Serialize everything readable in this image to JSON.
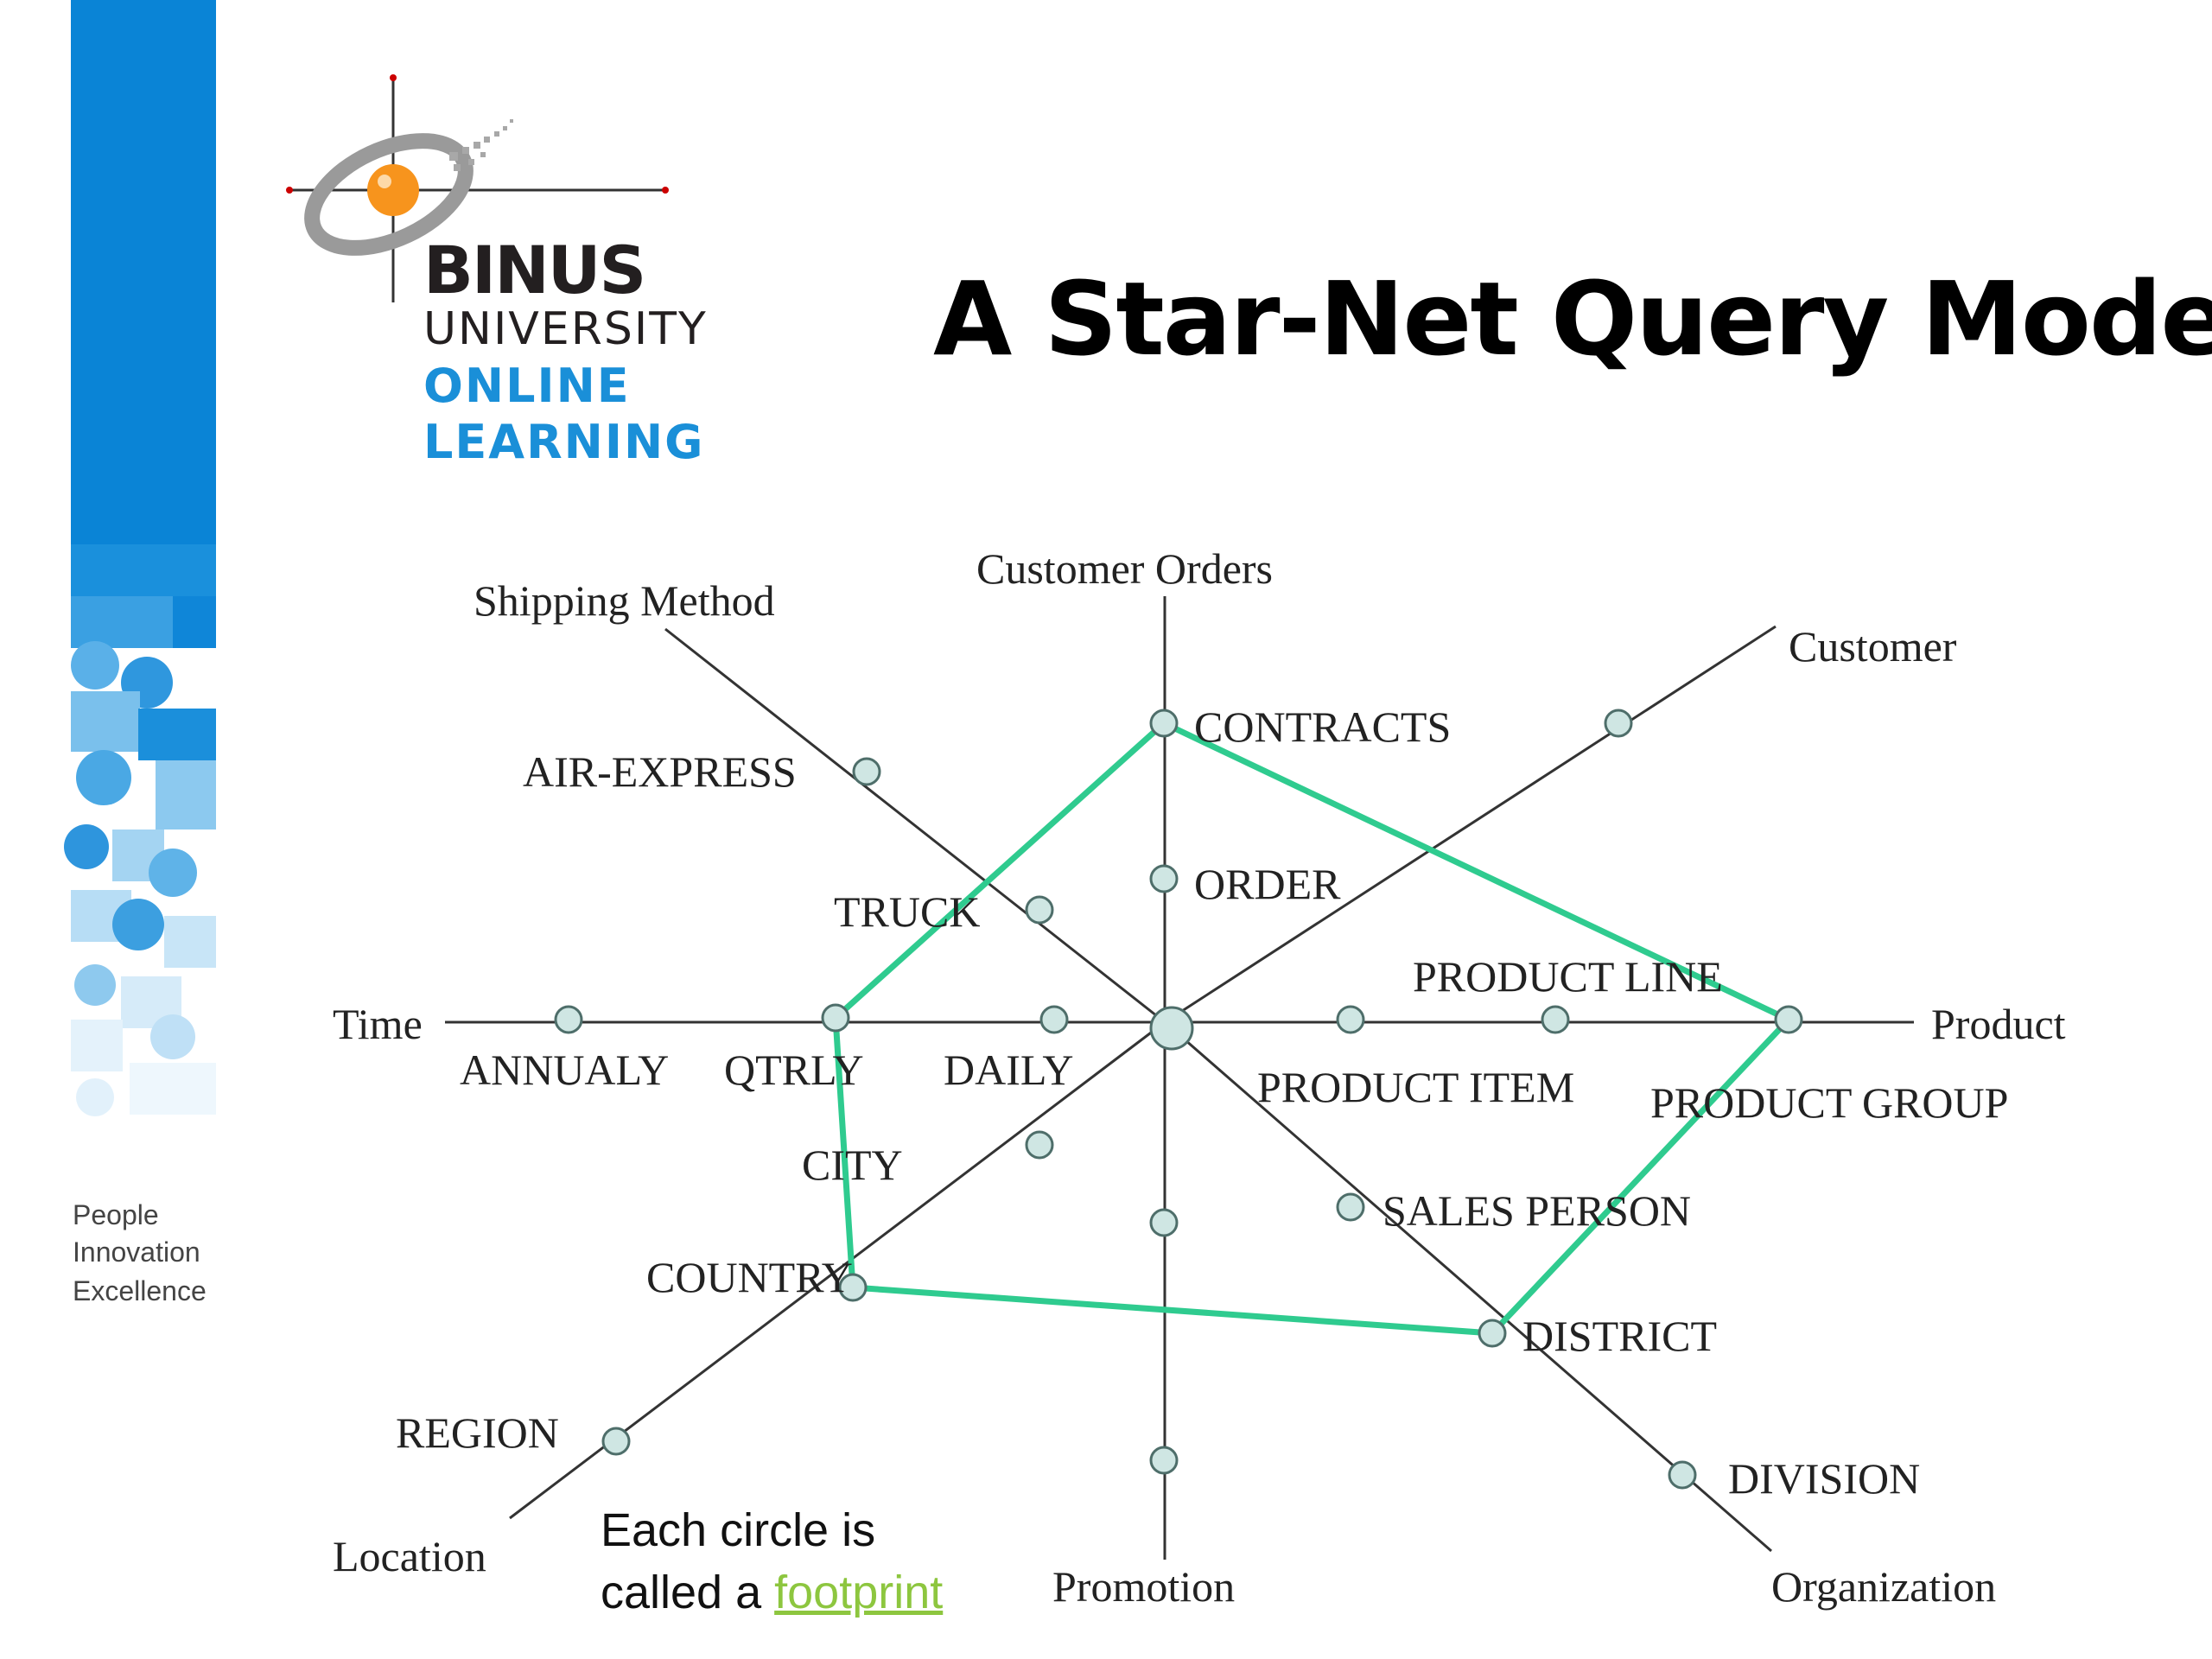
{
  "slide": {
    "title": "A Star-Net Query Model",
    "tagline": [
      "People",
      "Innovation",
      "Excellence"
    ],
    "logo": {
      "line1": "BINUS",
      "line2": "UNIVERSITY",
      "line3": "ONLINE",
      "line4": "LEARNING"
    },
    "caption": {
      "line1": "Each circle is",
      "line2_prefix": "called a ",
      "highlight": "footprint"
    }
  },
  "colors": {
    "strip_blue": "#0a84d6",
    "footprint_line": "#2fcb8f",
    "node_fill": "#cfe6e3",
    "highlight_text": "#8dc63f",
    "logo_orange": "#f7941d",
    "logo_online_blue": "#1a8fd8"
  },
  "diagram": {
    "axes": {
      "customer_orders": "Customer Orders",
      "shipping_method": "Shipping Method",
      "customer": "Customer",
      "time": "Time",
      "product": "Product",
      "location": "Location",
      "promotion": "Promotion",
      "organization": "Organization"
    },
    "levels": {
      "contracts": "CONTRACTS",
      "order": "ORDER",
      "air_express": "AIR-EXPRESS",
      "truck": "TRUCK",
      "annualy": "ANNUALY",
      "qtrly": "QTRLY",
      "daily": "DAILY",
      "product_line": "PRODUCT LINE",
      "product_item": "PRODUCT ITEM",
      "product_group": "PRODUCT GROUP",
      "city": "CITY",
      "country": "COUNTRY",
      "region": "REGION",
      "sales_person": "SALES PERSON",
      "district": "DISTRICT",
      "division": "DIVISION"
    },
    "footprint_path": [
      "CONTRACTS",
      "PRODUCT GROUP",
      "DISTRICT",
      "COUNTRY",
      "QTRLY"
    ]
  }
}
